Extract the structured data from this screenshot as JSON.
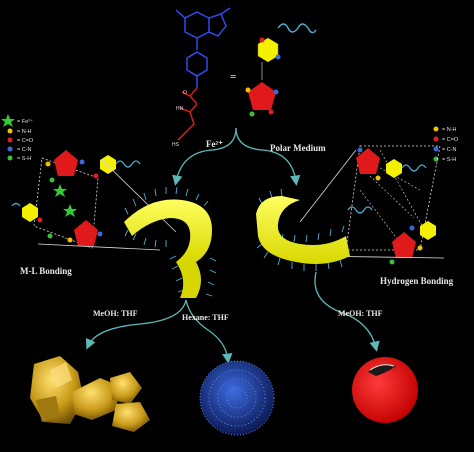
{
  "labels": {
    "fe_ion": "Fe²⁺",
    "polar_medium": "Polar Medium",
    "ml_bonding": "M-L Bonding",
    "hydrogen_bonding": "Hydrogen Bonding",
    "meoh_thf_left": "MeOH: THF",
    "hexane_thf": "Hexane: THF",
    "meoh_thf_right": "MeOH: THF",
    "equals_sign": "="
  },
  "legend_left": {
    "items": [
      {
        "symbol": "Fe²⁺",
        "label": "= Fe²⁺",
        "color": "#33cc33"
      },
      {
        "symbol": "N-H",
        "label": "= N-H",
        "color": "#f2c200"
      },
      {
        "symbol": "C=O",
        "label": "= C=O",
        "color": "#e02020"
      },
      {
        "symbol": "C-N",
        "label": "= C-N",
        "color": "#3a6bd8"
      },
      {
        "symbol": "S-H",
        "label": "= S-H",
        "color": "#3cbf3c"
      }
    ]
  },
  "legend_right": {
    "items": [
      {
        "label": "= N-H",
        "color": "#f2c200"
      },
      {
        "label": "= C=O",
        "color": "#e02020"
      },
      {
        "label": "= C-N",
        "color": "#3a6bd8"
      },
      {
        "label": "= S-H",
        "color": "#3cbf3c"
      }
    ]
  },
  "molecule_atoms": {
    "n": "N",
    "o": "O",
    "hs": "HS",
    "hn": "HN"
  },
  "colors": {
    "helix": "#f5f500",
    "arrow": "#5fb8b8",
    "chain": "#4fb0d8",
    "gold": "#c8a020",
    "sphere_blue": "#1f3fa0",
    "sphere_red": "#ff1a1a",
    "hexagon": "#f5f000",
    "pentagon": "#e01a1a"
  }
}
